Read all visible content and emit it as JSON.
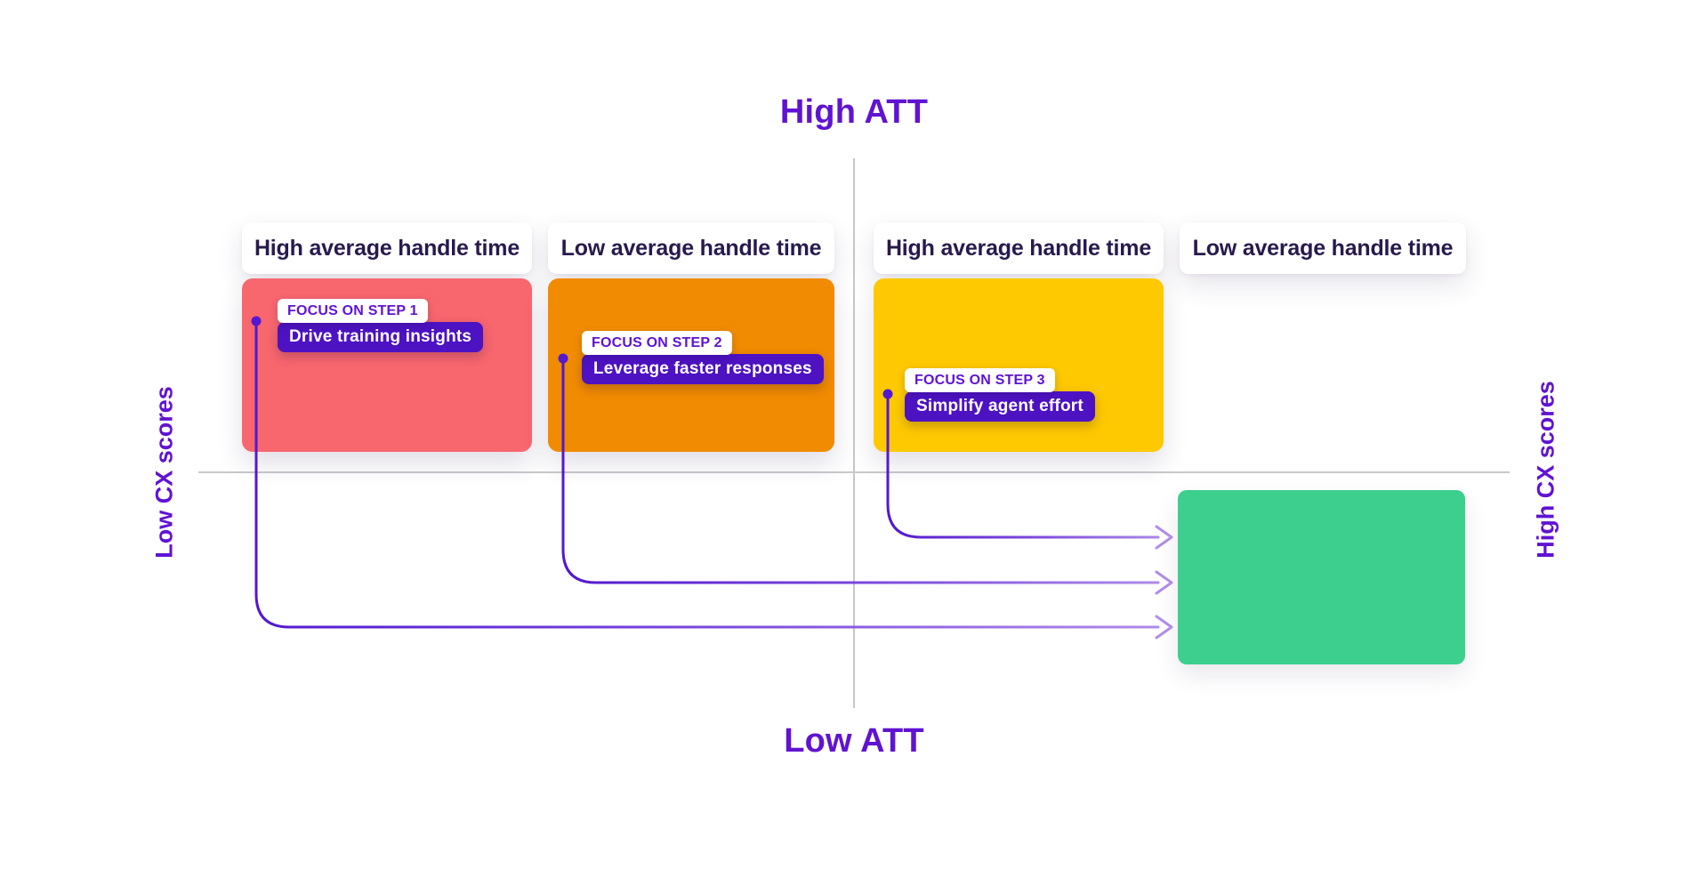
{
  "diagram": {
    "top_axis_label": "High ATT",
    "bottom_axis_label": "Low ATT",
    "left_axis_label": "Low CX scores",
    "right_axis_label": "High CX scores"
  },
  "quadrants": [
    {
      "header": "High average handle time",
      "box_color": "#F8666E",
      "focus_tag": "FOCUS ON STEP 1",
      "focus_action": "Drive training insights"
    },
    {
      "header": "Low average handle time",
      "box_color": "#F18B01",
      "focus_tag": "FOCUS ON STEP 2",
      "focus_action": "Leverage faster responses"
    },
    {
      "header": "High average handle time",
      "box_color": "#FEC900",
      "focus_tag": "FOCUS ON STEP 3",
      "focus_action": "Simplify agent effort"
    },
    {
      "header": "Low average handle time",
      "box_color": null
    }
  ],
  "target_box": {
    "color": "#3CCF8E",
    "quadrant": "high-cx-low-att"
  },
  "colors": {
    "accent_purple": "#6013D2",
    "badge_purple": "#4D12C2",
    "arrow_start_purple": "#5318CF",
    "arrow_end_purple": "#B18CE9",
    "header_text": "#281A4D",
    "axis_gray": "#C9C9CC"
  }
}
